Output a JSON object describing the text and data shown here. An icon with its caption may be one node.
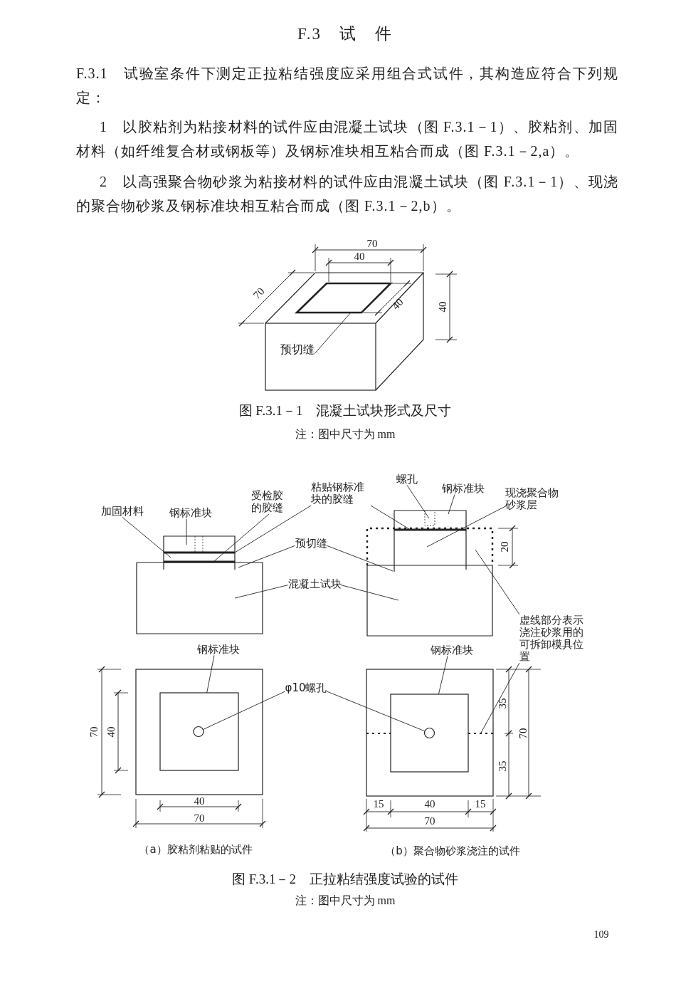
{
  "diagram": {
    "title": "F.3　试　件",
    "nodes": [
      {
        "text": [
          "预切缝"
        ]
      },
      {
        "text": [
          "加固材料"
        ]
      },
      {
        "text": [
          "钢标准块"
        ]
      },
      {
        "text": [
          "受检胶的胶缝"
        ]
      },
      {
        "text": [
          "粘贴钢标准块的胶缝"
        ]
      },
      {
        "text": [
          "螺孔"
        ]
      },
      {
        "text": [
          "钢标准块"
        ]
      },
      {
        "text": [
          "现浇聚合物砂浆层"
        ]
      },
      {
        "text": [
          "预切缝"
        ]
      },
      {
        "text": [
          "混凝土试块"
        ]
      },
      {
        "text": [
          "虚线部分表示浇注砂浆用的可拆卸模具位置"
        ]
      },
      {
        "text": [
          "钢标准块"
        ]
      },
      {
        "text": [
          "φ10螺孔"
        ]
      },
      {
        "text": [
          "钢标准块"
        ]
      },
      {
        "text": [],
        "shape": "box"
      },
      {
        "text": [],
        "shape": "circle",
        "in": 14
      },
      {
        "text": [],
        "shape": "box"
      },
      {
        "text": [],
        "shape": "circle",
        "in": 16
      },
      {
        "text": [],
        "shape": "bar"
      }
    ],
    "edges": [
      {
        "from": 0,
        "to": null,
        "arrow": "none"
      },
      {
        "from": 1,
        "to": null,
        "arrow": "none"
      },
      {
        "from": 2,
        "to": null,
        "arrow": "none"
      },
      {
        "from": 3,
        "to": null,
        "arrow": "none"
      },
      {
        "from": 4,
        "to": null,
        "arrow": "none"
      },
      {
        "from": 4,
        "to": null,
        "arrow": "none"
      },
      {
        "from": 5,
        "to": null,
        "arrow": "none"
      },
      {
        "from": 6,
        "to": null,
        "arrow": "none"
      },
      {
        "from": 7,
        "to": null,
        "arrow": "none"
      },
      {
        "from": 8,
        "to": null,
        "arrow": "none"
      },
      {
        "from": 8,
        "to": null,
        "arrow": "none"
      },
      {
        "from": 9,
        "to": null,
        "arrow": "none"
      },
      {
        "from": 9,
        "to": null,
        "arrow": "none"
      },
      {
        "from": 10,
        "to": null,
        "arrow": "none"
      },
      {
        "from": 10,
        "to": 18,
        "arrow": "none"
      },
      {
        "from": 11,
        "to": 14,
        "arrow": "none"
      },
      {
        "from": 12,
        "to": 15,
        "arrow": "none"
      },
      {
        "from": 12,
        "to": 17,
        "arrow": "none"
      },
      {
        "from": 13,
        "to": 16,
        "arrow": "none"
      }
    ],
    "labels": [
      "F.3.1　试验室条件下测定正拉粘结强度应采用组合式试件，其构造应符合下列规定：",
      "1　以胶粘剂为粘接材料的试件应由混凝土试块（图 F.3.1－1）、胶粘剂、加固材料（如纤维复合材或钢板等）及钢标准块相互粘合而成（图 F.3.1－2,a）。",
      "2　以高强聚合物砂浆为粘接材料的试件应由混凝土试块（图 F.3.1－1）、现浇的聚合物砂浆及钢标准块相互粘合而成（图 F.3.1－2,b）。",
      "70",
      "40",
      "70",
      "40",
      "40",
      "图 F.3.1－1　混凝土试块形式及尺寸",
      "注：图中尺寸为 mm",
      "20",
      "70",
      "40",
      "40",
      "70",
      "35",
      "70",
      "35",
      "15",
      "40",
      "15",
      "70",
      "（a）胶粘剂粘贴的试件",
      "（b）聚合物砂浆浇注的试件",
      "图 F.3.1－2　正拉粘结强度试验的试件",
      "注：图中尺寸为 mm",
      "109"
    ]
  }
}
